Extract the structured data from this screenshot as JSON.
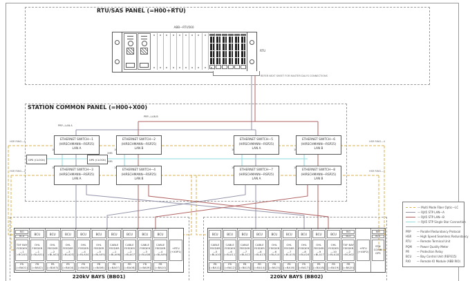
{
  "sheet": {
    "colors": {
      "lan_a": "#9191a8",
      "lan_b": "#b06060",
      "fiber": "#d9b14c",
      "star": "#8fd8dc"
    },
    "rtu_panel": {
      "title": "RTU/SAS PANEL (=H00+RTU)",
      "device_label": "ABB—RTU560",
      "rtu_label": "RTU",
      "note": "* REFER NEXT SHEET FOR MASTER DAU'S CONNECTIONS"
    },
    "station_panel": {
      "title": "STATION COMMON PANEL (=H00+X00)",
      "lan_a_label": "PRP—LAN A",
      "lan_b_label": "PRP—LAN B",
      "gps_label": "GPS (CLOCK)",
      "pps_label": "1PPS",
      "mb_label": "2MB",
      "ring_labels": {
        "ring1": "HSR RING—1",
        "ring2": "HSR RING—2",
        "ring3": "HSR RING—3",
        "ring4": "HSR RING—4"
      },
      "switch_model": "(HIRSCHMANN—RSP25)",
      "switch_rows": [
        [
          {
            "name": "ETHERNET SWITCH—1",
            "lan": "LAN A"
          },
          {
            "name": "ETHERNET SWITCH—2",
            "lan": "LAN B"
          },
          {
            "name": "ETHERNET SWITCH—5",
            "lan": "LAN A"
          },
          {
            "name": "ETHERNET SWITCH—6",
            "lan": "LAN B"
          }
        ],
        [
          {
            "name": "ETHERNET SWITCH—3",
            "lan": "LAN A"
          },
          {
            "name": "ETHERNET SWITCH—4",
            "lan": "LAN B"
          },
          {
            "name": "ETHERNET SWITCH—7",
            "lan": "LAN A"
          },
          {
            "name": "ETHERNET SWITCH—8",
            "lan": "LAN B"
          }
        ]
      ]
    },
    "bays_left": {
      "title": "220kV BAYS (BB01)",
      "columns": [
        {
          "top": [
            "RIO",
            "BCU"
          ],
          "mid": [
            "TXF BAY",
            "FEEDER—1",
            "(=BCA01)"
          ],
          "bot": [
            "PR",
            "(=BA01)"
          ]
        },
        {
          "top": [
            "BCU"
          ],
          "mid": [
            "OHL",
            "FEEDER—1",
            "(=BLA01)"
          ],
          "bot": [
            "PR",
            "(=BA02)"
          ]
        },
        {
          "top": [
            "BCU"
          ],
          "mid": [
            "OHL",
            "FEEDER—2",
            "(=BLA02)"
          ],
          "bot": [
            "PR",
            "(=BA03)"
          ]
        },
        {
          "top": [
            "BCU"
          ],
          "mid": [
            "OHL",
            "FEEDER—3",
            "(=BLA03)"
          ],
          "bot": [
            "PR",
            "(=BA04)"
          ]
        },
        {
          "top": [
            "BCU"
          ],
          "mid": [
            "OHL",
            "FEEDER—4",
            "(=BLA04)"
          ],
          "bot": [
            "PR",
            "(=BA05)"
          ]
        },
        {
          "top": [
            "BCU"
          ],
          "mid": [
            "OHL",
            "FEEDER—5",
            "(=BLA05)"
          ],
          "bot": [
            "PR",
            "(=BA06)"
          ]
        },
        {
          "top": [
            "BCU"
          ],
          "mid": [
            "CABLE",
            "FEEDER—1",
            "(=BLA06)"
          ],
          "bot": [
            "PR",
            "(=BA07)"
          ]
        },
        {
          "top": [
            "BCU"
          ],
          "mid": [
            "CABLE",
            "FEEDER—2",
            "(=BLA07)"
          ],
          "bot": [
            "PR",
            "(=BA08)"
          ]
        },
        {
          "top": [
            "BCU"
          ],
          "mid": [
            "CABLE",
            "FEEDER—3",
            "(=BLA08)"
          ],
          "bot": [
            "PR",
            "(=BA09)"
          ]
        },
        {
          "top": [
            "BCU"
          ],
          "mid": [
            "CABLE",
            "FEEDER—4",
            "(=BLA09)"
          ],
          "bot": [
            "PR",
            "(=BA10)"
          ]
        },
        {
          "top": [],
          "mid": [
            "+RTU",
            "(+X0P1)"
          ],
          "bot": []
        }
      ]
    },
    "bays_right": {
      "title": "220kV BAYS (BB02)",
      "columns": [
        {
          "top": [
            "BCU"
          ],
          "mid": [
            "CABLE",
            "FEEDER—5",
            "(=BLA10)"
          ],
          "bot": [
            "PR",
            "(=BA11)"
          ]
        },
        {
          "top": [
            "BCU"
          ],
          "mid": [
            "CABLE",
            "FEEDER—6",
            "(=BLA11)"
          ],
          "bot": [
            "PR",
            "(=BA12)"
          ]
        },
        {
          "top": [
            "BCU"
          ],
          "mid": [
            "CABLE",
            "FEEDER—7",
            "(=BLA12)"
          ],
          "bot": [
            "PR",
            "(=BA13)"
          ]
        },
        {
          "top": [
            "BCU"
          ],
          "mid": [
            "CABLE",
            "FEEDER—8",
            "(=BLA13)"
          ],
          "bot": [
            "PR",
            "(=BA14)"
          ]
        },
        {
          "top": [
            "BCU"
          ],
          "mid": [
            "OHL",
            "FEEDER—6",
            "(=BLA14)"
          ],
          "bot": [
            "PR",
            "(=BA15)"
          ]
        },
        {
          "top": [
            "BCU"
          ],
          "mid": [
            "OHL",
            "FEEDER—7",
            "(=BLA15)"
          ],
          "bot": [
            "PR",
            "(=BA16)"
          ]
        },
        {
          "top": [
            "BCU"
          ],
          "mid": [
            "OHL",
            "FEEDER—8",
            "(=BLA16)"
          ],
          "bot": [
            "PR",
            "(=BA17)"
          ]
        },
        {
          "top": [
            "BCU"
          ],
          "mid": [
            "OHL",
            "FEEDER—9",
            "(=BLA17)"
          ],
          "bot": [
            "PR",
            "(=BA18)"
          ]
        },
        {
          "top": [
            "BCU"
          ],
          "mid": [
            "OHL",
            "FEEDER—10",
            "(=BLA18)"
          ],
          "bot": [
            "PR",
            "(=BA19)"
          ]
        },
        {
          "top": [
            "RIO",
            "BCU"
          ],
          "mid": [
            "TXF BAY",
            "FEEDER—2",
            "(=BCA02)"
          ],
          "bot": [
            "PR",
            "(=BA20)"
          ]
        },
        {
          "top": [],
          "mid": [
            "+RTU",
            "(+X0P2)"
          ],
          "bot": []
        },
        {
          "top": [
            "RIO",
            "BCU"
          ],
          "mid": [
            "STN COMM",
            "GPS"
          ],
          "bot": []
        }
      ]
    },
    "legend": {
      "line_types": [
        {
          "name": "multi-mode-fiber-optic",
          "color": "#d9b14c",
          "dash": true,
          "label": "Multi Mode Fiber Optic—LC"
        },
        {
          "name": "rj45-stp-lan-a",
          "color": "#9191a8",
          "dash": false,
          "label": "RJ45 STP LAN—A"
        },
        {
          "name": "rj45-stp-lan-b",
          "color": "#b06060",
          "dash": false,
          "label": "RJ45 STP LAN—B"
        },
        {
          "name": "rj45-stp-single-star",
          "color": "#8fd8dc",
          "dash": false,
          "label": "RJ45 STP Single Star Connection"
        }
      ],
      "abbreviations": [
        {
          "abbr": "PRP",
          "desc": "Parallel Redundancy Protocol"
        },
        {
          "abbr": "HSR",
          "desc": "High Speed Seamless Redundancy"
        },
        {
          "abbr": "RTU",
          "desc": "Remote Terminal Unit"
        },
        {
          "abbr": "PQM",
          "desc": "Power Quality Meter"
        },
        {
          "abbr": "PR",
          "desc": "Protection Relay"
        },
        {
          "abbr": "BCU",
          "desc": "Bay Control Unit (REF615)"
        },
        {
          "abbr": "RIO",
          "desc": "Remote IO Module (ABB RIO)"
        }
      ]
    }
  }
}
